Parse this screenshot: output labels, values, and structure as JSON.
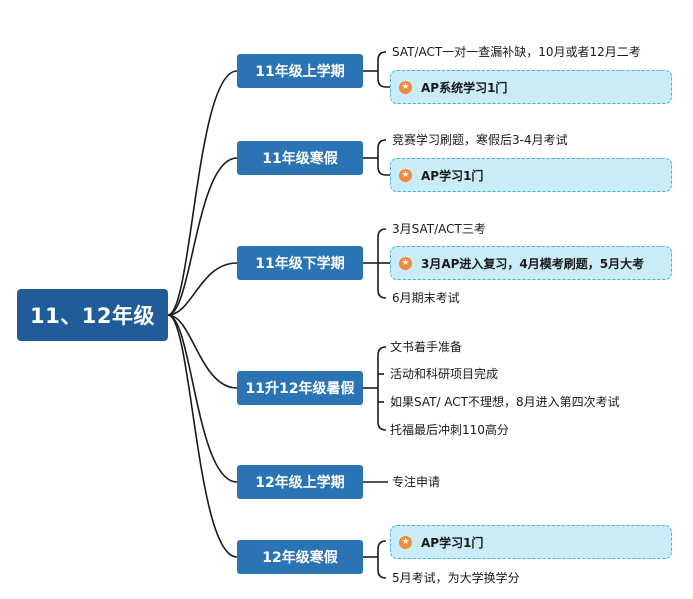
{
  "root": {
    "label": "11、12年级"
  },
  "phases": [
    {
      "label": "11年级上学期"
    },
    {
      "label": "11年级寒假"
    },
    {
      "label": "11年级下学期"
    },
    {
      "label": "11升12年级暑假"
    },
    {
      "label": "12年级上学期"
    },
    {
      "label": "12年级寒假"
    }
  ],
  "leaves": [
    {
      "text": "SAT/ACT一对一查漏补缺，10月或者12月二考"
    },
    {
      "text": "竞赛学习刷题，寒假后3-4月考试"
    },
    {
      "text": "3月SAT/ACT三考"
    },
    {
      "text": "6月期末考试"
    },
    {
      "text": "文书着手准备"
    },
    {
      "text": "活动和科研项目完成"
    },
    {
      "text": "如果SAT/ ACT不理想，8月进入第四次考试"
    },
    {
      "text": "托福最后冲刺110高分"
    },
    {
      "text": "专注申请"
    },
    {
      "text": "5月考试，为大学换学分"
    }
  ],
  "highlights": [
    {
      "text": "AP系统学习1门",
      "icon": "star-icon"
    },
    {
      "text": "AP学习1门",
      "icon": "star-icon"
    },
    {
      "text": "3月AP进入复习，4月模考刷题，5月大考",
      "icon": "star-icon"
    },
    {
      "text": "AP学习1门",
      "icon": "star-icon"
    }
  ],
  "colors": {
    "root_bg": "#1f5c99",
    "phase_bg": "#2a74b6",
    "highlight_bg": "#c9ecf7",
    "highlight_border": "#4bb0e0",
    "star": "#f08c3c",
    "line": "#1a1a1a"
  }
}
